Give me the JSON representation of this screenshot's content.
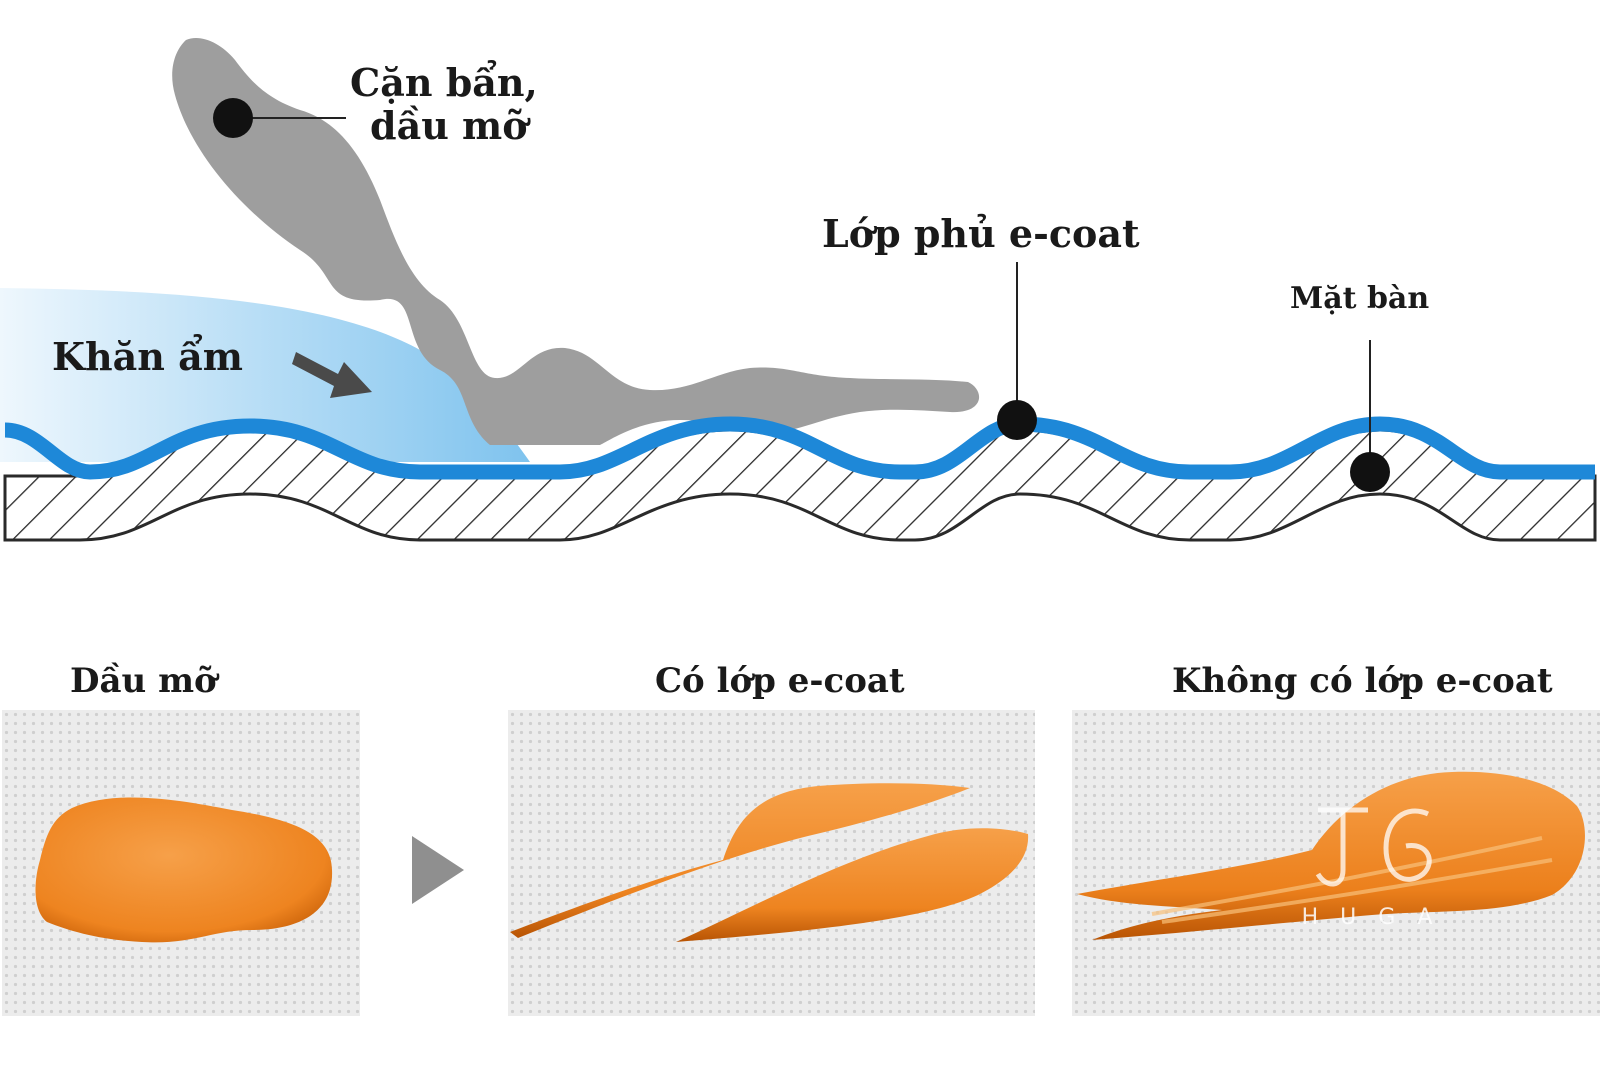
{
  "diagram": {
    "labels": {
      "dirt": [
        "Cặn bẩn,",
        "dầu mỡ"
      ],
      "cloth": "Khăn ẩm",
      "coating": "Lớp phủ e-coat",
      "surface": "Mặt bàn"
    },
    "colors": {
      "coating": "#1e88d8",
      "dirt": "#9e9e9e",
      "cloth_light": "#e6f3fc",
      "cloth_dark": "#8cc8ee",
      "hatch": "#2a2a2a",
      "marker": "#111111",
      "oil": "#f28a1e",
      "oil_dark": "#c85e06",
      "texture": "#e9e9e9"
    }
  },
  "comparison": {
    "panels": [
      {
        "title": "Dầu mỡ"
      },
      {
        "title": "Có lớp e-coat"
      },
      {
        "title": "Không có lớp e-coat"
      }
    ],
    "arrow_icon": "play-arrow-icon"
  },
  "watermark": {
    "logo_text": "HUGA"
  }
}
